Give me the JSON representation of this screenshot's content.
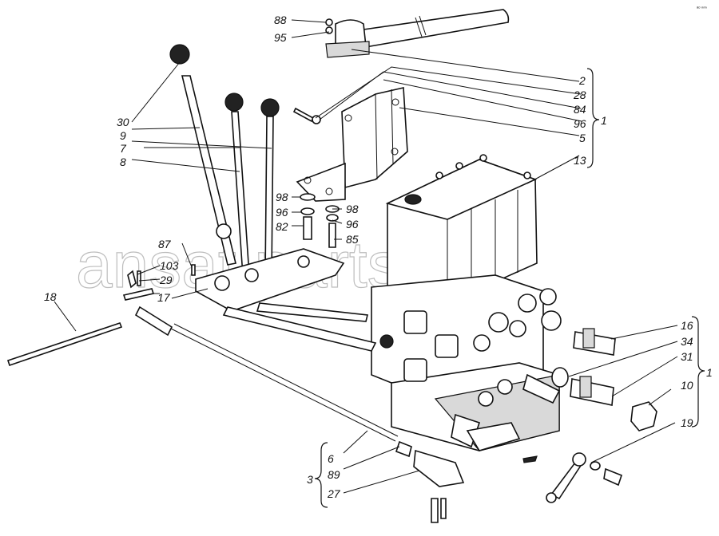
{
  "diagram": {
    "corner_mark": "ᵃᵒ ⁿⁿⁿ",
    "watermark": "ansat parts.ru",
    "callouts": {
      "c88": "88",
      "c95": "95",
      "c2": "2",
      "c28": "28",
      "c84": "84",
      "c96a": "96",
      "c5": "5",
      "c13": "13",
      "c1a": "1",
      "c30": "30",
      "c9": "9",
      "c7": "7",
      "c8": "8",
      "c98a": "98",
      "c96b": "96",
      "c82": "82",
      "c98b": "98",
      "c96c": "96",
      "c85": "85",
      "c87": "87",
      "c103": "103",
      "c29": "29",
      "c17": "17",
      "c18": "18",
      "c16": "16",
      "c34": "34",
      "c31": "31",
      "c1b": "1",
      "c10": "10",
      "c19": "19",
      "c3": "3",
      "c6": "6",
      "c89": "89",
      "c27": "27"
    }
  }
}
